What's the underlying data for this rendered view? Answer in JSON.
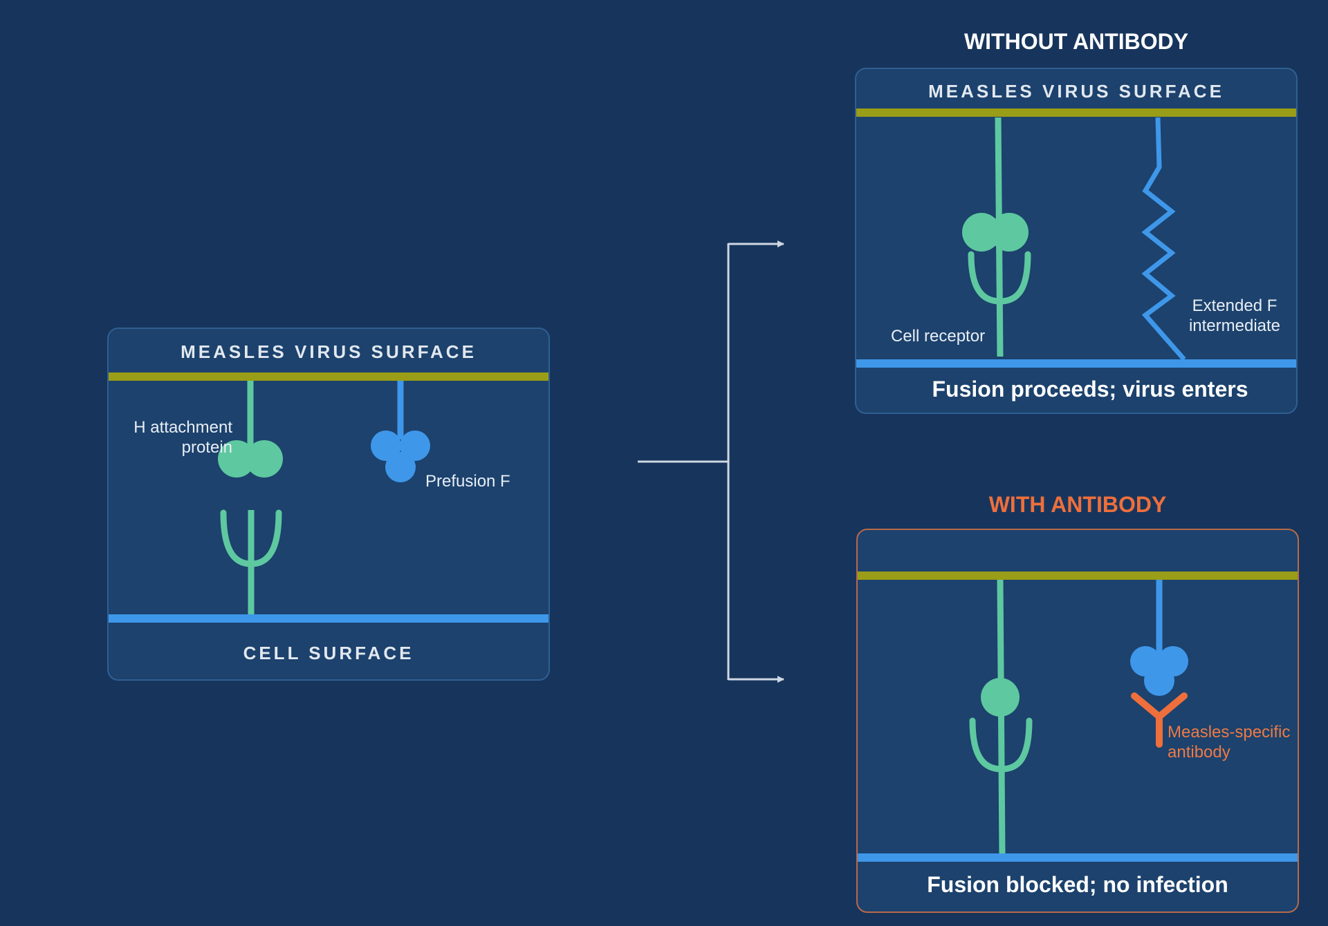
{
  "colors": {
    "background": "#17355c",
    "panel": "#1c426d",
    "virus_membrane": "#9a9d17",
    "cell_membrane": "#3f97ea",
    "h_protein": "#5ec8a0",
    "f_protein": "#3f97ea",
    "antibody": "#ee6f3c",
    "connector": "#cfd8e3"
  },
  "initial": {
    "top_label": "MEASLES VIRUS SURFACE",
    "bottom_label": "CELL SURFACE",
    "h_label": "H attachment\nprotein",
    "f_label": "Prefusion F"
  },
  "without": {
    "heading": "WITHOUT ANTIBODY",
    "top_label": "MEASLES VIRUS SURFACE",
    "receptor_label": "Cell receptor",
    "f_label": "Extended F\nintermediate",
    "result": "Fusion proceeds; virus enters"
  },
  "with": {
    "heading": "WITH ANTIBODY",
    "heading_color": "#ee6f3c",
    "antibody_label": "Measles-specific\nantibody",
    "result": "Fusion blocked; no infection"
  }
}
